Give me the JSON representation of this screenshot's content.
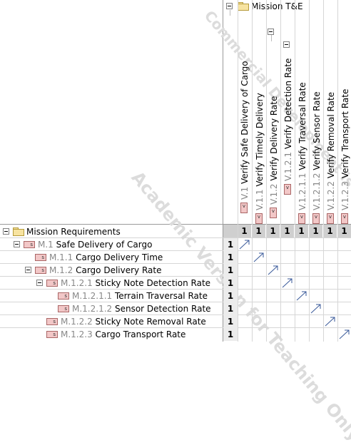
{
  "header": {
    "root_label": "Mission T&E",
    "columns": [
      {
        "id": "V.1",
        "label": "Verify Safe Delivery of Cargo"
      },
      {
        "id": "V.1.1",
        "label": "Verify Timely Delivery"
      },
      {
        "id": "V.1.2",
        "label": "Verify Delivery Rate"
      },
      {
        "id": "V.1.2.1",
        "label": "Verify Detection Rate"
      },
      {
        "id": "V.1.2.1.1",
        "label": "Verify Traversal Rate"
      },
      {
        "id": "V.1.2.1.2",
        "label": "Verify Sensor Rate"
      },
      {
        "id": "V.1.2.2",
        "label": "Verify Removal Rate"
      },
      {
        "id": "V.1.2.3",
        "label": "Verify Transport Rate"
      }
    ],
    "column_counts": [
      "1",
      "1",
      "1",
      "1",
      "1",
      "1",
      "1",
      "1"
    ],
    "icon_glyph": "v"
  },
  "rows": {
    "root_label": "Mission Requirements",
    "items": [
      {
        "id": "M.1",
        "label": "Safe Delivery of Cargo",
        "count": "1"
      },
      {
        "id": "M.1.1",
        "label": "Cargo Delivery Time",
        "count": "1"
      },
      {
        "id": "M.1.2",
        "label": "Cargo Delivery Rate",
        "count": "1"
      },
      {
        "id": "M.1.2.1",
        "label": "Sticky Note Detection Rate",
        "count": "1"
      },
      {
        "id": "M.1.2.1.1",
        "label": "Terrain Traversal Rate",
        "count": "1"
      },
      {
        "id": "M.1.2.1.2",
        "label": "Sensor Detection Rate",
        "count": "1"
      },
      {
        "id": "M.1.2.2",
        "label": "Sticky Note Removal Rate",
        "count": "1"
      },
      {
        "id": "M.1.2.3",
        "label": "Cargo Transport Rate",
        "count": "1"
      }
    ],
    "icon_glyph": "s"
  },
  "watermarks": [
    "Academic Version for Teaching Only",
    "Commercial Development is strictly Prohibited"
  ],
  "colors": {
    "arrow": "#3a5a9a",
    "count_bg": "#ececec",
    "header_count_bg": "#cfcfcf"
  }
}
